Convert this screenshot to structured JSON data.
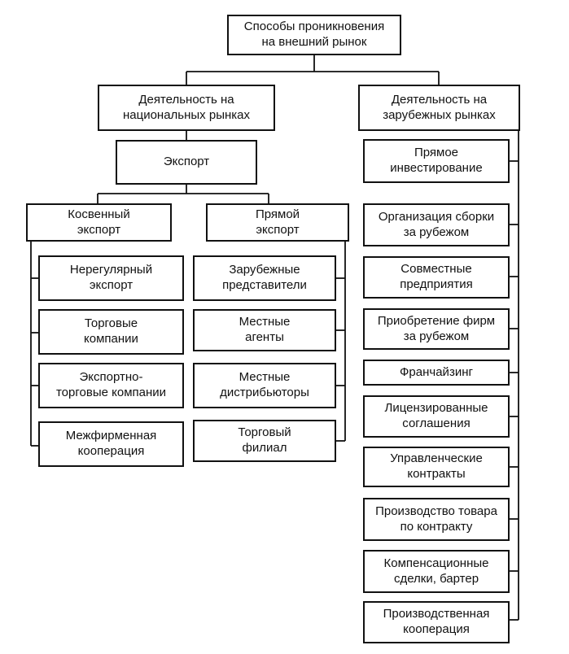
{
  "root": "Способы проникновения\nна внешний рынок",
  "national": {
    "label": "Деятельность на\nнациональных рынках",
    "export": "Экспорт",
    "indirect": {
      "label": "Косвенный\nэкспорт",
      "items": [
        "Нерегулярный\nэкспорт",
        "Торговые\nкомпании",
        "Экспортно-\nторговые компании",
        "Межфирменная\nкооперация"
      ]
    },
    "direct": {
      "label": "Прямой\nэкспорт",
      "items": [
        "Зарубежные\nпредставители",
        "Местные\nагенты",
        "Местные\nдистрибьюторы",
        "Торговый\nфилиал"
      ]
    }
  },
  "foreign": {
    "label": "Деятельность на\nзарубежных рынках",
    "items": [
      "Прямое\nинвестирование",
      "Организация сборки\nза рубежом",
      "Совместные\nпредприятия",
      "Приобретение фирм\nза рубежом",
      "Франчайзинг",
      "Лицензированные\nсоглашения",
      "Управленческие\nконтракты",
      "Производство товара\nпо контракту",
      "Компенсационные\nсделки, бартер",
      "Производственная\nкооперация"
    ]
  }
}
